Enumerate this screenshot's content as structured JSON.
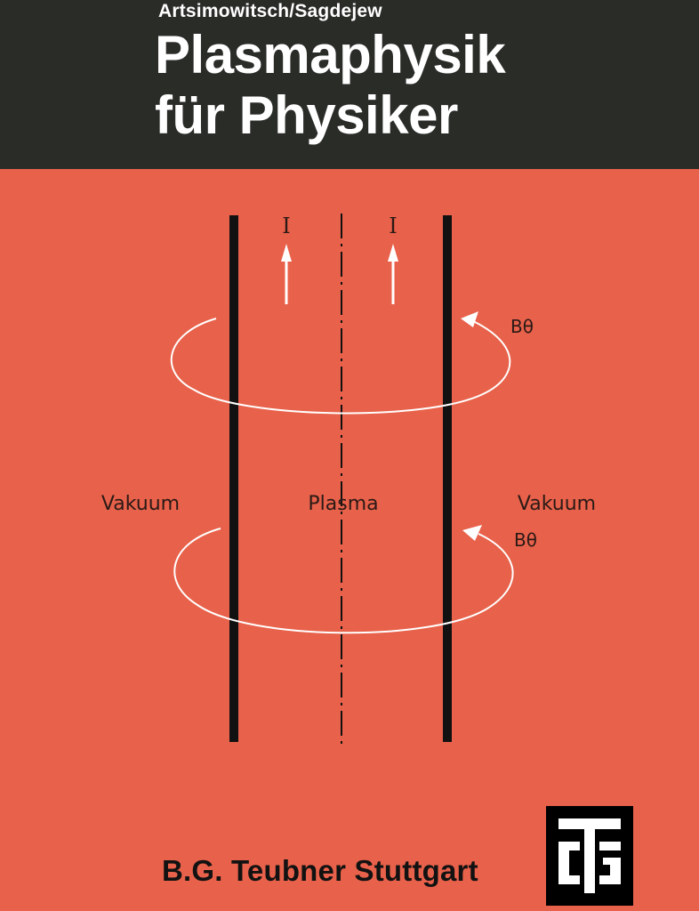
{
  "cover": {
    "authors": "Artsimowitsch/Sagdejew",
    "title_line1": "Plasmaphysik",
    "title_line2": "für Physiker",
    "publisher": "B.G. Teubner Stuttgart",
    "publisher_logo": "TG"
  },
  "diagram": {
    "current_label_left": "I",
    "current_label_right": "I",
    "field_label_top": "Bθ",
    "field_label_bottom": "Bθ",
    "region_left": "Vakuum",
    "region_center": "Plasma",
    "region_right": "Vakuum"
  },
  "colors": {
    "background": "#e8614a",
    "header": "#2a2c28",
    "title_text": "#ffffff",
    "lines": "#111111",
    "arrows": "#ffffff"
  },
  "icons": {
    "current_arrow": "up-arrow-icon",
    "field_loop": "curved-arrow-icon",
    "publisher_logo": "teubner-logo-icon"
  }
}
